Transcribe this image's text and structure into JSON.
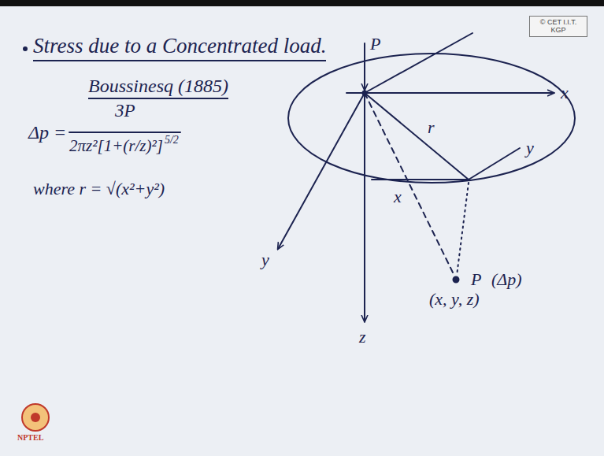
{
  "diagram": {
    "title": "Stress due to a Concentrated load.",
    "nodes": [
      {
        "text": [
          "© CET I.I.T. KGP"
        ]
      }
    ],
    "labels": [
      "Boussinesq (1885)",
      "Δp =",
      "3P",
      "2πz²[1+(r/z)²]",
      "5/2",
      "where r = √(x²+y²)",
      "P",
      "x",
      "r",
      "y",
      "x",
      "y",
      "P",
      "(Δp)",
      "(x, y, z)",
      "z",
      "NPTEL"
    ]
  }
}
